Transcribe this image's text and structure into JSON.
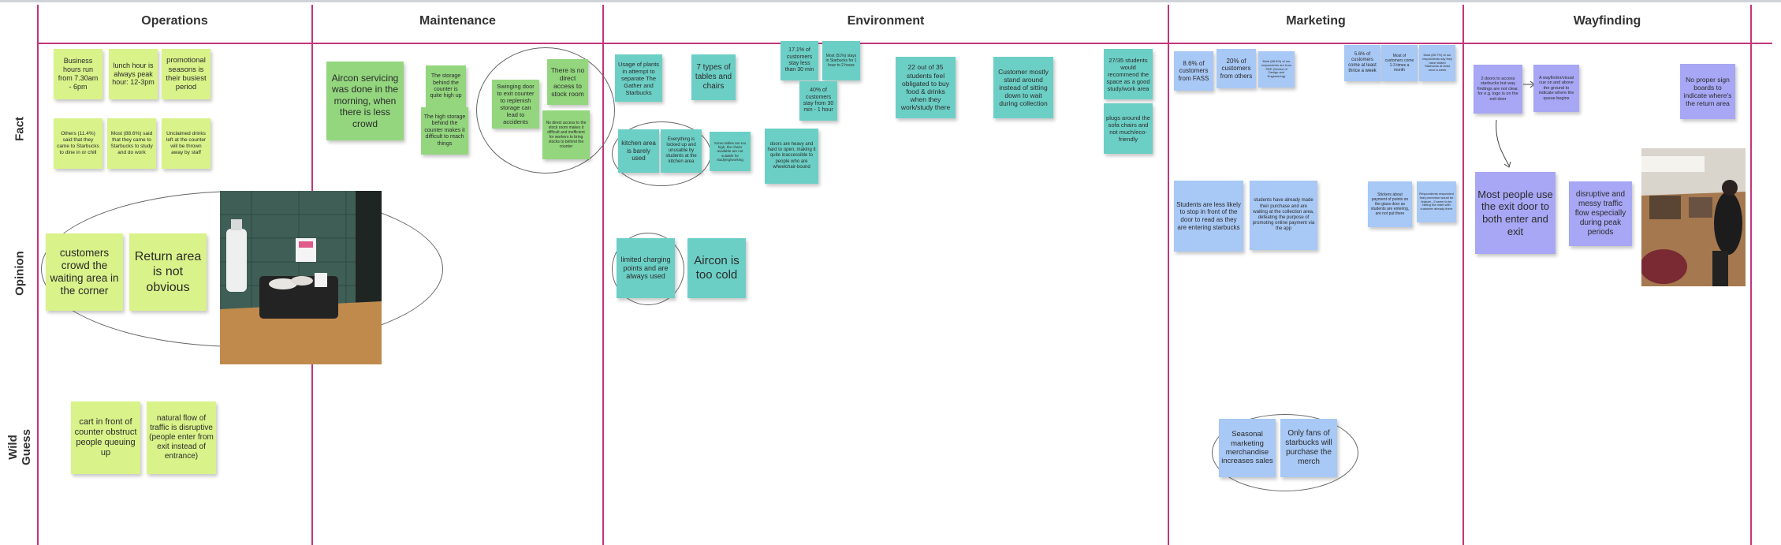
{
  "columns": [
    "Operations",
    "Maintenance",
    "Environment",
    "Marketing",
    "Wayfinding"
  ],
  "rows": [
    "Fact",
    "Opinion",
    "Wild Guess"
  ],
  "colors": {
    "grid_line": "#c2357a",
    "operations_note": "#d9f28a",
    "maintenance_note": "#93d67e",
    "environment_note": "#6ccfc6",
    "marketing_note": "#a8c8f5",
    "wayfinding_note": "#a7a7f5"
  },
  "operations": {
    "fact": [
      "Business hours run from 7.30am - 6pm",
      "lunch hour is always peak hour: 12-3pm",
      "promotional seasons is their busiest period",
      "Others (11.4%) said that they came to Starbucks to dine in or chill",
      "Most (88.6%) said that they came to Starbucks to study and do work",
      "Unclaimed drinks left at the counter will be thrown away by staff"
    ],
    "opinion": [
      "customers crowd the waiting area in the corner",
      "Return area is not obvious"
    ],
    "wild_guess": [
      "cart in front of counter obstruct people queuing up",
      "natural flow of traffic is disruptive (people enter from exit instead of entrance)"
    ]
  },
  "maintenance": {
    "fact": [
      "Aircon servicing was done in the morning, when there is less crowd",
      "The storage behind the counter is quite high up",
      "The high storage behind the counter makes it difficult to reach things",
      "Swinging door to exit counter to replenish storage can lead to accidents",
      "There is no direct access to stock room",
      "No direct access to the stock room makes it difficult and inefficient for workers to bring stocks to behind the counter"
    ]
  },
  "environment": {
    "fact": [
      "Usage of plants in attempt to separate The Gather and Starbucks",
      "7 types of tables and chairs",
      "17.1% of customers stay less than 30 min",
      "Most (51%) stays in Starbucks for 1 hour to 2 hours",
      "40% of customers stay from 30 min - 1 hour",
      "22 out of 35 students feel obligated to buy food & drinks when they work/study there",
      "Customer mostly stand around instead of sitting down to wait during collection",
      "27/35 students would recommend the space as a good study/work area",
      "plugs around the sofa chairs and not much/eco-friendly",
      "kitchen area is barely used",
      "Everything is locked up and unusable by students at the kitchen area",
      "Some tables are too high, the chairs available are not suitable for studying/working",
      "doors are heavy and hard to open, making it quite inaccessible to people who are wheelchair-bound"
    ],
    "opinion": [
      "limited charging points and are always used",
      "Aircon is too cold"
    ]
  },
  "marketing": {
    "fact": [
      "8.6% of customers from FASS",
      "20% of customers from others",
      "Most (68.6%) of our respondents are from SDE (School of Design and Engineering)",
      "5.6% of customers come at least thrice a week",
      "Most of customers come 1-3 times a month",
      "Most (65.7%) of our respondents say they have visited Starbucks at least once a week",
      "Students are less likely to stop in front of the door to read as they are entering starbucks",
      "students have already made their purchase and are waiting at the collection area, defeating the purpose of promoting online payment via the app",
      "Stickers about payment of points on the glass door as students are entering, are not put there",
      "Respondents responded that promotion would be feature...2 seem to be hitting the mark with customer already there"
    ],
    "wild_guess": [
      "Seasonal marketing merchandise increases sales",
      "Only fans of starbucks will purchase the merch"
    ]
  },
  "wayfinding": {
    "fact": [
      "2 doors to access starbucks but way findings are not clear, for e.g. logo is on the exit door",
      "A wayfinder/visual cue on and above the ground to indicate where the queue begins",
      "No proper sign boards to indicate where's the return area"
    ],
    "opinion": [
      "Most people use the exit door to both enter and exit",
      "disruptive and messy traffic flow especially during peak periods"
    ]
  }
}
